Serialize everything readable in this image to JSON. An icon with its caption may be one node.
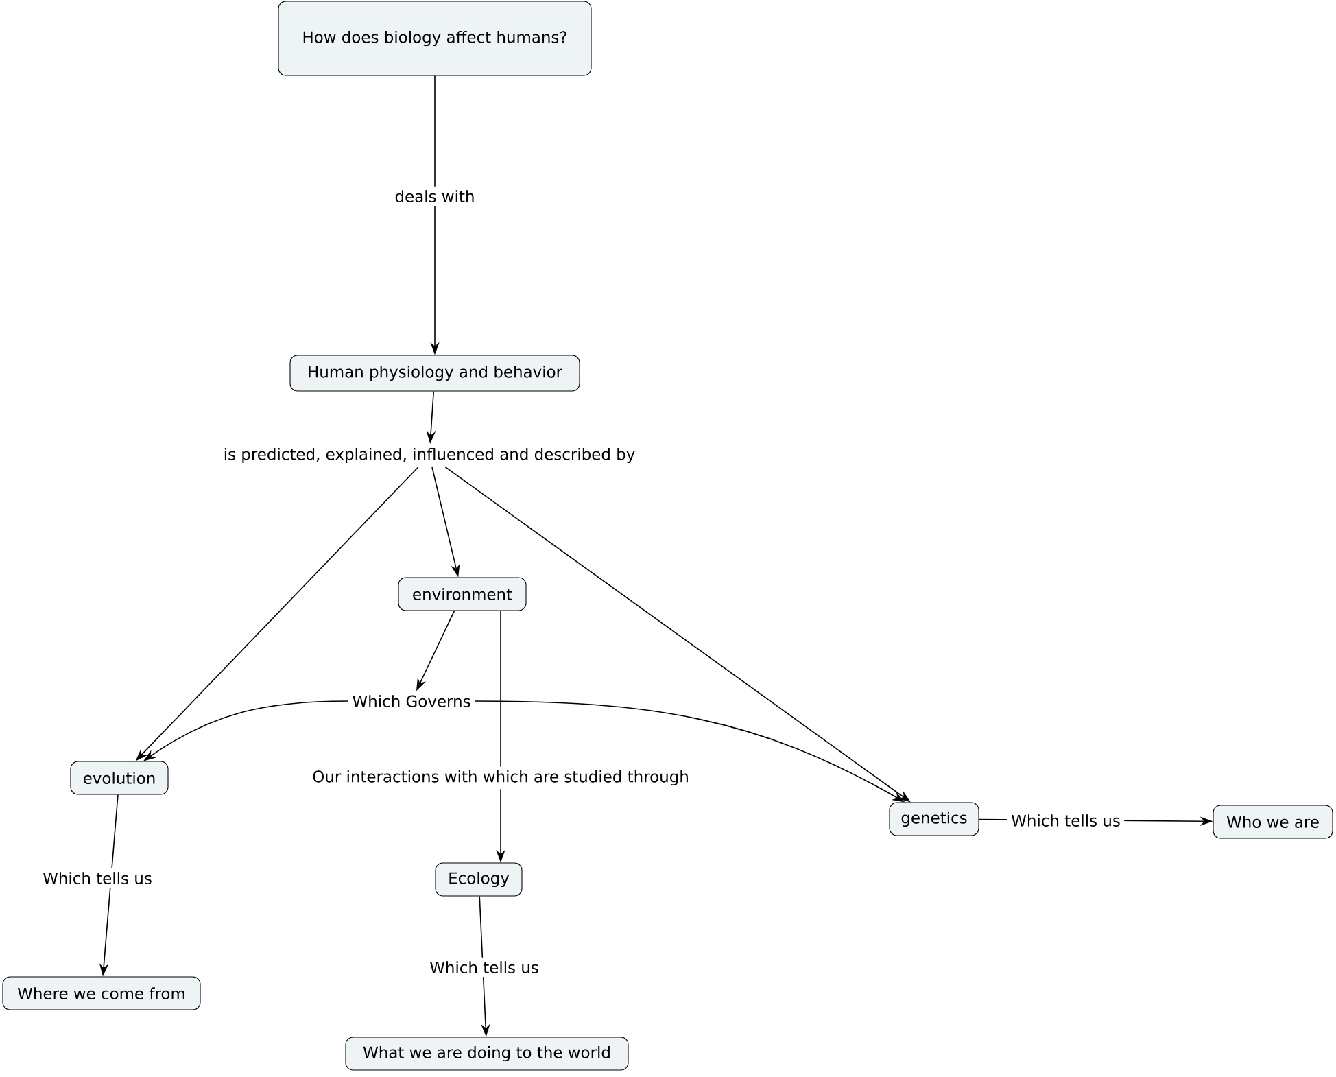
{
  "diagram": {
    "nodes": [
      {
        "text": [
          "How does biology affect humans?"
        ]
      },
      {
        "text": [
          "Human physiology and behavior"
        ]
      },
      {
        "text": [
          "is predicted, explained, influenced and described by"
        ]
      },
      {
        "text": [
          "environment"
        ]
      },
      {
        "text": [
          "Which Governs"
        ]
      },
      {
        "text": [
          "evolution"
        ]
      },
      {
        "text": [
          "genetics"
        ]
      },
      {
        "text": [
          "Who we are"
        ]
      },
      {
        "text": [
          "Ecology"
        ]
      },
      {
        "text": [
          "Where we come from"
        ]
      },
      {
        "text": [
          "What we are doing to the world"
        ]
      }
    ],
    "edges": [
      {
        "from": 0,
        "to": 1,
        "arrow": "to",
        "label": "deals with"
      },
      {
        "from": 1,
        "to": 2,
        "arrow": "to"
      },
      {
        "from": 2,
        "to": 3,
        "arrow": "to"
      },
      {
        "from": 2,
        "to": 5,
        "arrow": "to"
      },
      {
        "from": 2,
        "to": 6,
        "arrow": "to"
      },
      {
        "from": 3,
        "to": 4,
        "arrow": "to"
      },
      {
        "from": 4,
        "to": 5,
        "arrow": "to"
      },
      {
        "from": 4,
        "to": 6,
        "arrow": "to"
      },
      {
        "from": 3,
        "to": 8,
        "arrow": "to",
        "label": "Our interactions with which are studied through"
      },
      {
        "from": 5,
        "to": 9,
        "arrow": "to",
        "label": "Which tells us"
      },
      {
        "from": 8,
        "to": 10,
        "arrow": "to",
        "label": "Which tells us"
      },
      {
        "from": 6,
        "to": 7,
        "arrow": "to",
        "label": "Which tells us"
      }
    ]
  }
}
